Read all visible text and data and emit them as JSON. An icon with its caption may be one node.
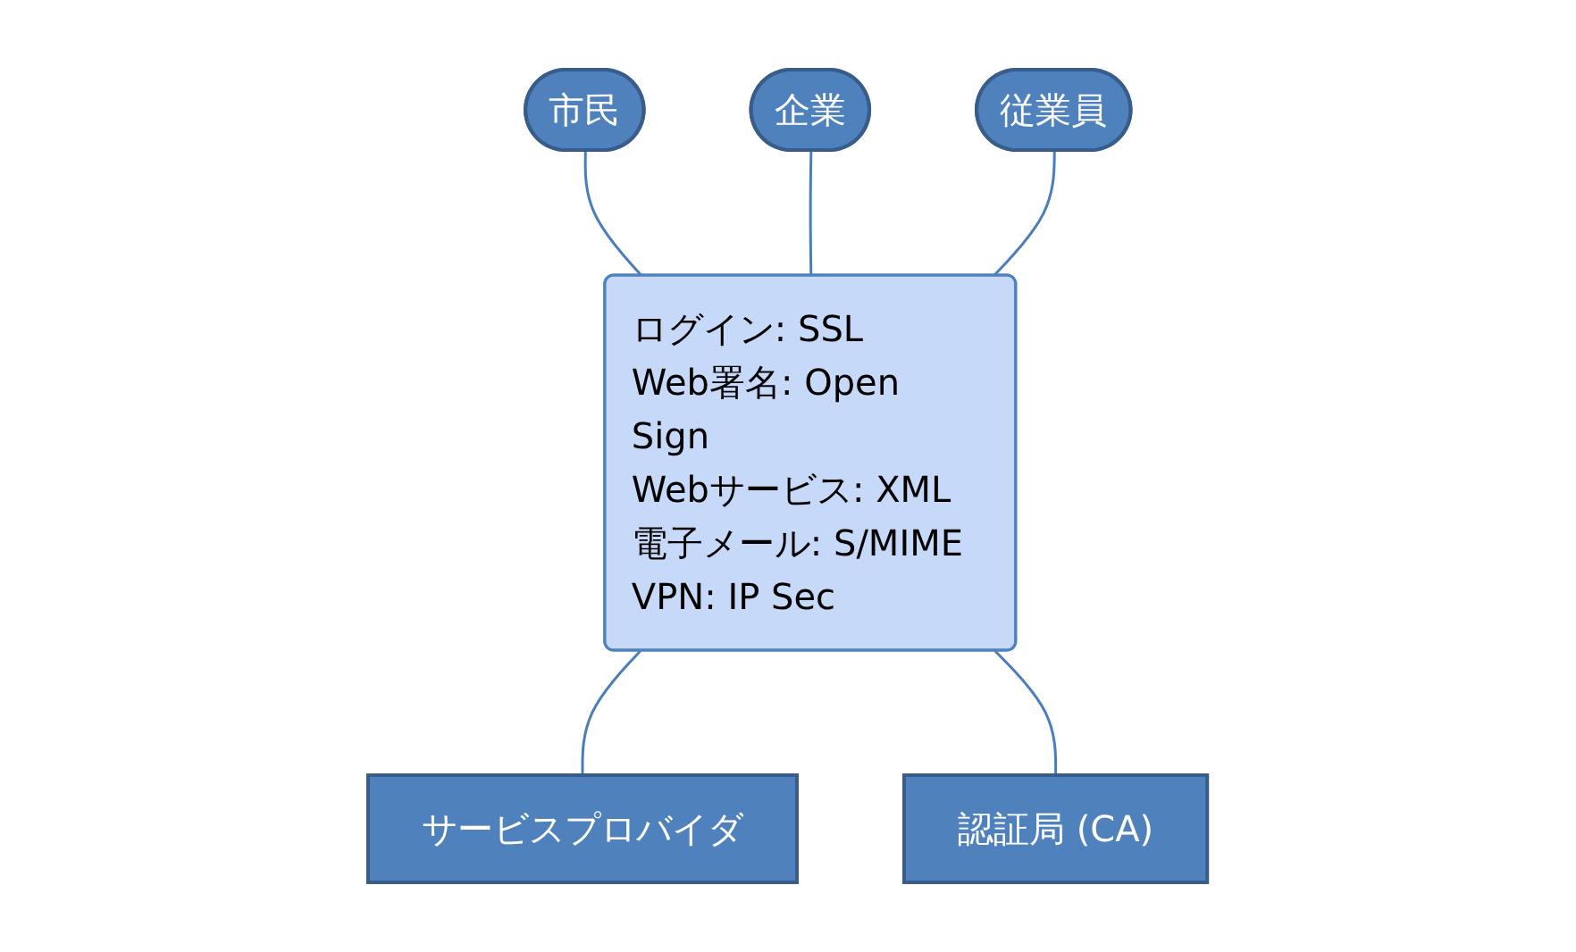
{
  "diagram": {
    "nodes": [
      {
        "text": [
          "市民"
        ]
      },
      {
        "text": [
          "企業"
        ]
      },
      {
        "text": [
          "従業員"
        ]
      },
      {
        "text": [
          "ログイン: SSL",
          "Web署名: Open Sign",
          "Webサービス: XML",
          "電子メール: S/MIME",
          "VPN: IP Sec"
        ]
      },
      {
        "text": [
          "サービスプロバイダ"
        ]
      },
      {
        "text": [
          "認証局 (CA)"
        ]
      }
    ],
    "edges": [
      {
        "from": 0,
        "to": 3,
        "arrow": "none"
      },
      {
        "from": 1,
        "to": 3,
        "arrow": "none"
      },
      {
        "from": 2,
        "to": 3,
        "arrow": "none"
      },
      {
        "from": 3,
        "to": 4,
        "arrow": "none"
      },
      {
        "from": 3,
        "to": 5,
        "arrow": "none"
      }
    ]
  }
}
